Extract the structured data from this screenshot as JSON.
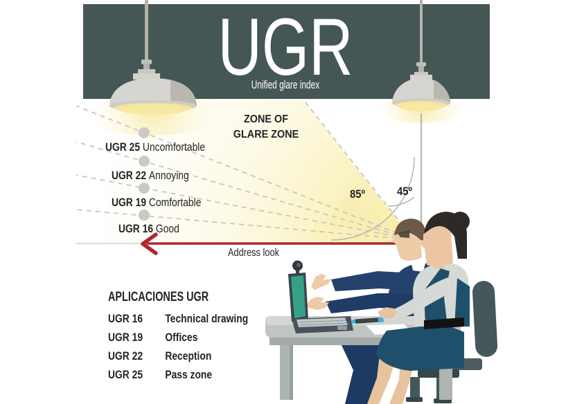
{
  "header": {
    "title": "UGR",
    "subtitle": "Unified glare index"
  },
  "zone": {
    "line1": "ZONE OF",
    "line2": "GLARE ZONE"
  },
  "angles": {
    "outer": "85º",
    "inner": "45º"
  },
  "address": {
    "label": "Address look"
  },
  "scale": {
    "items": [
      {
        "code": "UGR 25",
        "label": "Uncomfortable"
      },
      {
        "code": "UGR 22",
        "label": "Annoying"
      },
      {
        "code": "UGR 19",
        "label": "Comfortable"
      },
      {
        "code": "UGR 16",
        "label": "Good"
      }
    ]
  },
  "applications": {
    "heading": "APLICACIONES UGR",
    "rows": [
      {
        "code": "UGR 16",
        "use": "Technical drawing"
      },
      {
        "code": "UGR 19",
        "use": "Offices"
      },
      {
        "code": "UGR 22",
        "use": "Reception"
      },
      {
        "code": "UGR 25",
        "use": "Pass zone"
      }
    ]
  },
  "colors": {
    "header_bg": "#455755",
    "glare_yellow": "#f8ec9f",
    "arrow_red": "#ad2930",
    "dash_gray": "#c6c6c3",
    "baseline_gray": "#cfcfcd",
    "lamp_gray": "#d7d5d0",
    "lamp_glow": "#f7e9a2",
    "desk_gray": "#bfc5c3",
    "laptop_teal": "#35a287",
    "suit_navy": "#24426d",
    "dress_teal": "#1f506b",
    "chair_teal": "#44585c",
    "skin": "#ecc5a2",
    "text_dark": "#232323"
  }
}
